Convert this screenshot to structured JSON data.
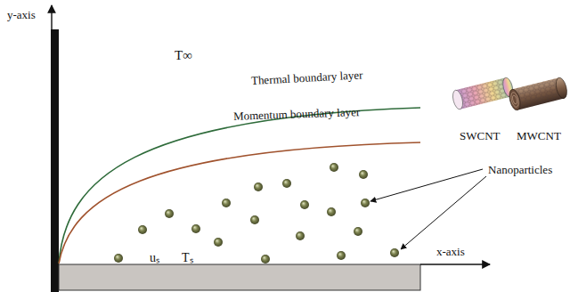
{
  "diagram": {
    "labels": [
      "y-axis",
      "T∞",
      "Thermal boundary layer",
      "Momentum boundary layer",
      "SWCNT",
      "MWCNT",
      "Nanoparticles",
      "uₛ",
      "Tₛ",
      "x-axis"
    ]
  }
}
